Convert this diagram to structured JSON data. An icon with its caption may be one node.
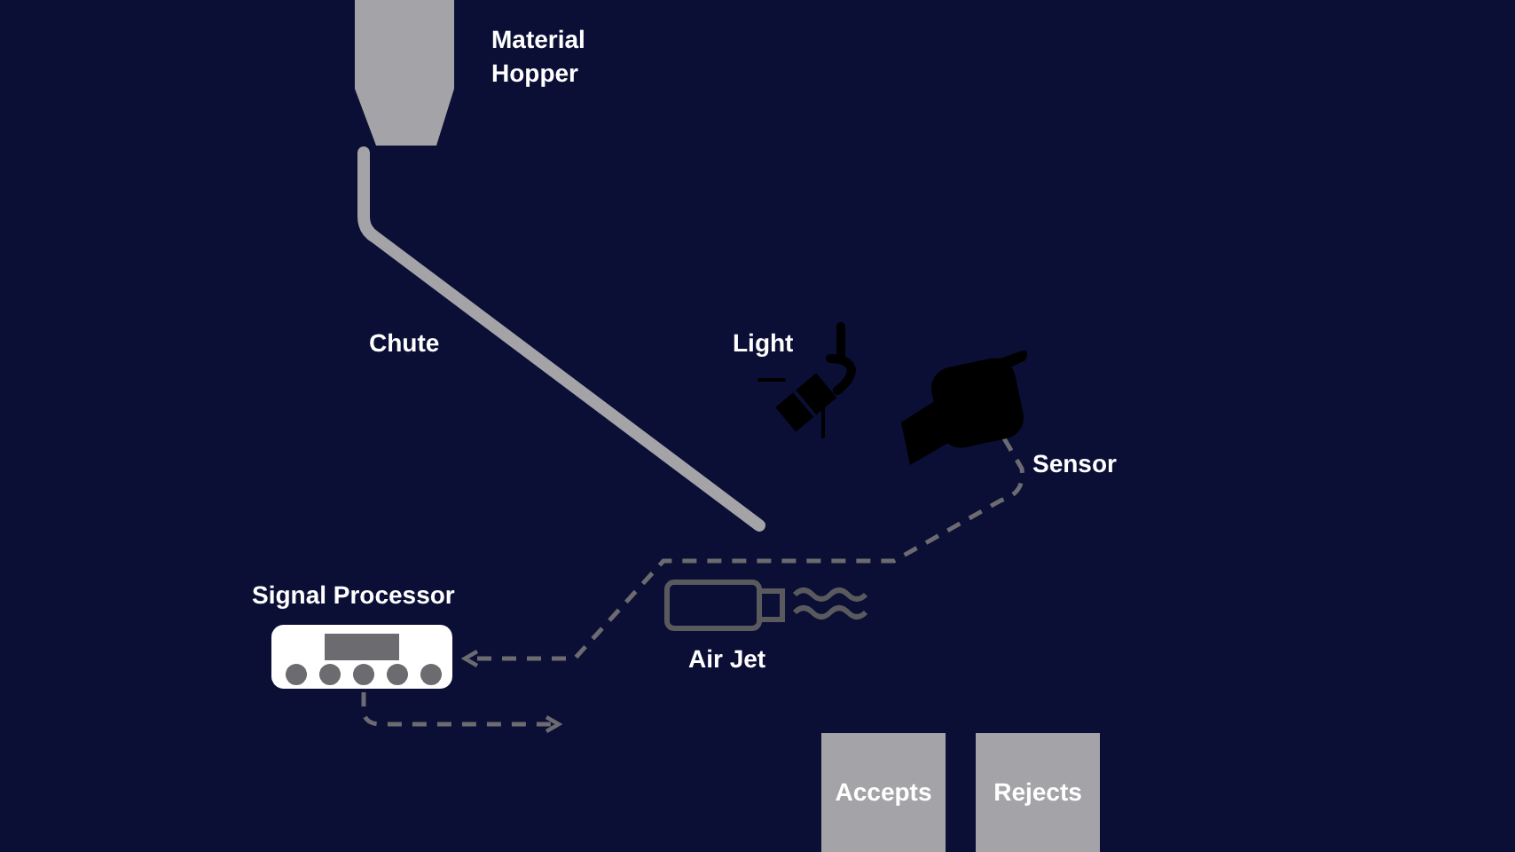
{
  "diagram": {
    "nodes": [
      {
        "text": [
          "Material Hopper"
        ]
      },
      {
        "text": [
          "Chute"
        ]
      },
      {
        "text": [
          "Light"
        ]
      },
      {
        "text": [
          "Sensor"
        ]
      },
      {
        "text": [
          "Air Jet"
        ]
      },
      {
        "text": [
          "Signal Processor"
        ]
      },
      {
        "text": [
          "Accepts"
        ]
      },
      {
        "text": [
          "Rejects"
        ]
      }
    ],
    "edges": [
      {
        "from": 3,
        "to": 5,
        "arrow": "to",
        "style": "dashed"
      },
      {
        "from": 5,
        "to": null,
        "arrow": "to",
        "style": "dashed"
      }
    ]
  }
}
